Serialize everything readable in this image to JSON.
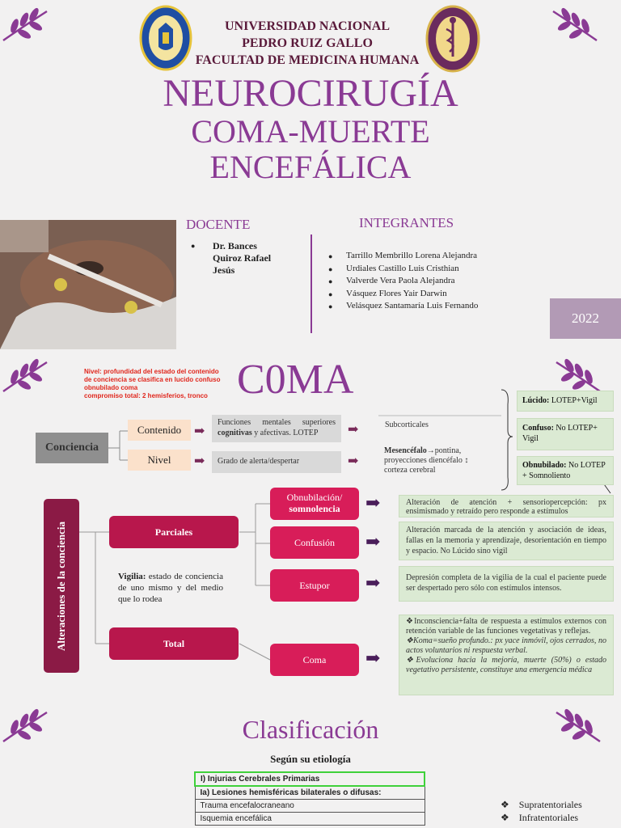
{
  "header": {
    "university": [
      "UNIVERSIDAD NACIONAL",
      "PEDRO RUIZ GALLO",
      "FACULTAD DE MEDICINA HUMANA"
    ],
    "title": "NEUROCIRUGÍA",
    "subtitle_1": "COMA-MUERTE",
    "subtitle_2": "ENCEFÁLICA"
  },
  "docente": {
    "label": "DOCENTE",
    "name": [
      "Dr. Bances",
      "Quiroz Rafael",
      "Jesús"
    ]
  },
  "integrantes": {
    "label": "INTEGRANTES",
    "members": [
      "Tarrillo Membrillo Lorena Alejandra",
      "Urdiales Castillo Luis Cristhian",
      "Valverde Vera Paola Alejandra",
      "Vásquez Flores Yair Darwin",
      "Velásquez Santamaría Luis Fernando"
    ]
  },
  "year": "2022",
  "coma": {
    "title": "C0MA",
    "note": [
      "Nivel: profundidad del estado del contenido",
      "de conciencia se clasifica en lucido confuso",
      "obnubilado coma",
      "compromiso total: 2 hemisferios, tronco"
    ],
    "conciencia": "Conciencia",
    "contenido": "Contenido",
    "nivel": "Nivel",
    "funciones_a": "Funciones mentales superiores ",
    "funciones_b": "cognitivas",
    "funciones_c": " y afectivas. LOTEP",
    "grado": "Grado de alerta/despertar",
    "subcorticales": "Subcorticales",
    "mesen_a": "Mesencéfalo",
    "mesen_b": "→pontina, proyecciones diencéfalo",
    "mesen_c": "corteza cerebral",
    "lucido_a": "Lúcido:",
    "lucido_b": " LOTEP+Vigil",
    "confuso_a": "Confuso:",
    "confuso_b": " No LOTEP+ Vigil",
    "obnub_a": "Obnubilado:",
    "obnub_b": " No LOTEP + Somnoliento"
  },
  "alteraciones": {
    "vertical": "Alteraciones de la conciencia",
    "parciales": "Parciales",
    "total": "Total",
    "vigilia_a": "Vigilia:",
    "vigilia_b": " estado de conciencia de uno mismo y del medio que lo rodea",
    "obnubilacion_a": "Obnubilación/",
    "obnubilacion_b": "somnolencia",
    "confusion": "Confusión",
    "estupor": "Estupor",
    "coma": "Coma",
    "desc_obnub": "Alteración de atención + sensoriopercepción: px ensimismado y retraído pero responde a estímulos",
    "desc_conf": "Alteración marcada de la atención y asociación de ideas, fallas en la memoria y aprendizaje, desorientación en tiempo y espacio. No Lúcido sino vigil",
    "desc_estupor": "Depresión completa de la vigilia de la cual el paciente puede ser despertado pero sólo con estímulos intensos.",
    "desc_coma": [
      "❖Inconsciencia+falta de respuesta a estímulos externos con retención variable de las funciones vegetativas y reflejas.",
      "❖Koma=sueño profundo.: px yace inmóvil, ojos cerrados, no actos voluntarios ni respuesta verbal.",
      "❖Evoluciona hacia la mejoría, muerte (50%) o estado vegetativo persistente, constituye una emergencia médica"
    ]
  },
  "clasificacion": {
    "title": "Clasificación",
    "subtitle": "Según su etiología",
    "rows": [
      "I) Injurias Cerebrales Primarias",
      "Ia) Lesiones hemisféricas bilaterales o difusas:",
      "Trauma encefalocraneano",
      "Isquemia encefálica"
    ],
    "bullets": [
      "Supratentoriales",
      "Infratentoriales"
    ]
  },
  "colors": {
    "purple": "#8a3a94",
    "magenta": "#d81d59",
    "dark_magenta": "#8b1a45",
    "green_box": "#dbead3"
  }
}
